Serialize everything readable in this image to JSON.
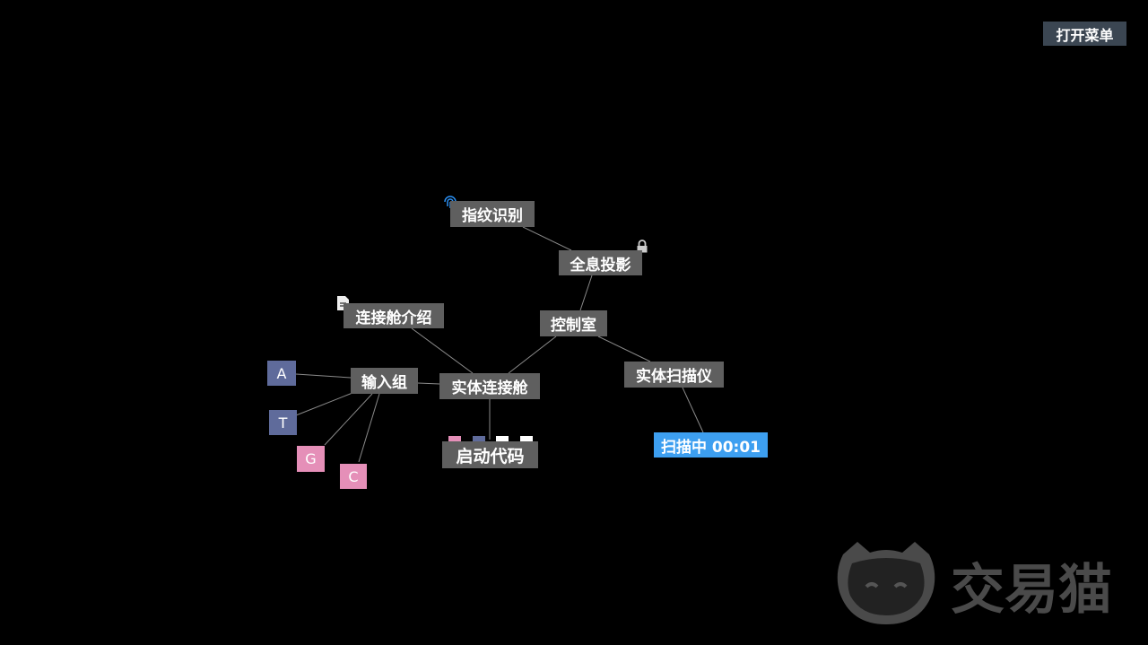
{
  "menu_button": "打开菜单",
  "nodes": {
    "fingerprint": "指纹识别",
    "hologram": "全息投影",
    "intro": "连接舱介绍",
    "control_room": "控制室",
    "input_group": "输入组",
    "entity_pod": "实体连接舱",
    "scanner": "实体扫描仪",
    "scanning": "扫描中 00:01",
    "start_code": "启动代码"
  },
  "letters": [
    "A",
    "T",
    "G",
    "C"
  ],
  "code_slots": [
    "pink",
    "blue",
    "white",
    "white"
  ],
  "colors": {
    "blue_letter": "#5f6b9b",
    "pink_letter": "#e58fb8",
    "scan": "#3d9ff0",
    "node": "#5f5f5f"
  },
  "watermark": "交易猫"
}
